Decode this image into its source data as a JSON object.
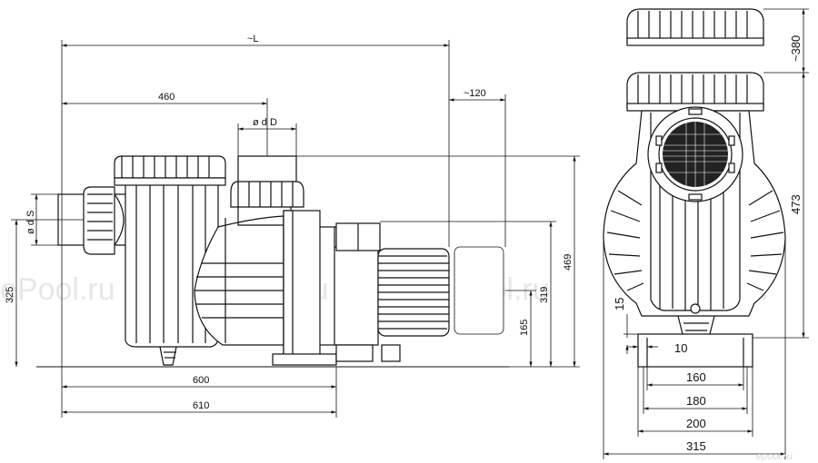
{
  "watermark": "ePool.ru",
  "logo": "epool.ru",
  "side_view": {
    "dim_L": "~L",
    "dim_460": "460",
    "dim_dD": "ø d D",
    "dim_120": "~120",
    "dim_dS": "ø d S",
    "dim_325": "325",
    "dim_469": "469",
    "dim_319": "319",
    "dim_165": "165",
    "dim_600": "600",
    "dim_610": "610"
  },
  "front_view": {
    "dim_380": "~380",
    "dim_473": "473",
    "dim_15": "15",
    "dim_10": "10",
    "dim_160": "160",
    "dim_180": "180",
    "dim_200": "200",
    "dim_315": "315"
  }
}
